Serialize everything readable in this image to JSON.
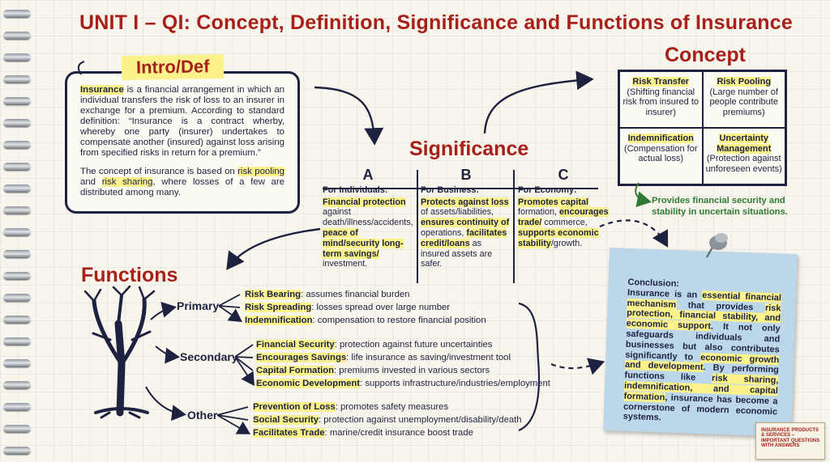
{
  "title": "UNIT I – QI: Concept, Definition, Significance and Functions of Insurance",
  "intro": {
    "label": "Intro/Def",
    "p1_term": "Insurance",
    "p1_text": " is a financial arrangement in which an individual transfers the risk of loss to an insurer in exchange for a premium. According to standard definition: “Insurance is a contract wherby, whereby one party (insurer) undertakes to compensate another (insured) against loss arising from specified risks in return for a premium.”",
    "p2_pre": "The concept of insurance is based on ",
    "p2_hl1": "risk pooling",
    "p2_mid": " and ",
    "p2_hl2": "risk sharing",
    "p2_post": ", where losses of a few are distributed among many."
  },
  "concept": {
    "heading": "Concept",
    "cells": [
      {
        "title": "Risk Transfer",
        "desc": "(Shifting financial risk from insured to insurer)"
      },
      {
        "title": "Risk Pooling",
        "desc": "(Large number of people contribute premiums)"
      },
      {
        "title": "Indemnification",
        "desc": "(Compensation for actual loss)"
      },
      {
        "title": "Uncertainty Management",
        "desc": "(Protection against unforeseen events)"
      }
    ],
    "footer": "Provides financial security and stability in uncertain situations."
  },
  "significance": {
    "heading": "Significance",
    "cols": [
      {
        "letter": "A",
        "intro": "For Individuals:",
        "parts": [
          {
            "t": "Financial protection",
            "hl": true
          },
          {
            "t": " against death/illness/accidents, ",
            "hl": false
          },
          {
            "t": "peace of mind/security",
            "hl": true
          },
          {
            "t": " ",
            "hl": false
          },
          {
            "t": "long-term savings/",
            "hl": true
          },
          {
            "t": " investment.",
            "hl": false
          }
        ]
      },
      {
        "letter": "B",
        "intro": "For Business:",
        "parts": [
          {
            "t": "Protects against loss",
            "hl": true
          },
          {
            "t": " of assets/liabilities, ",
            "hl": false
          },
          {
            "t": "ensures continuity of",
            "hl": true
          },
          {
            "t": " operations, ",
            "hl": false
          },
          {
            "t": "facilitates credit/loans",
            "hl": true
          },
          {
            "t": " as insured assets are safer.",
            "hl": false
          }
        ]
      },
      {
        "letter": "C",
        "intro": "For Economy:",
        "parts": [
          {
            "t": "Promotes capital",
            "hl": true
          },
          {
            "t": " formation, ",
            "hl": false
          },
          {
            "t": "encourages trade/",
            "hl": true
          },
          {
            "t": " commerce, ",
            "hl": false
          },
          {
            "t": "supports economic stability",
            "hl": true
          },
          {
            "t": "/growth.",
            "hl": false
          }
        ]
      }
    ]
  },
  "functions": {
    "heading": "Functions",
    "groups": [
      {
        "label": "Primary",
        "items": [
          {
            "term": "Risk Bearing",
            "desc": ": assumes financial burden"
          },
          {
            "term": "Risk Spreading",
            "desc": ": losses spread over large number"
          },
          {
            "term": "Indemnification",
            "desc": ": compensation to restore financial position"
          }
        ]
      },
      {
        "label": "Secondary",
        "items": [
          {
            "term": "Financial Security",
            "desc": ": protection against future uncertainties"
          },
          {
            "term": "Encourages Savings",
            "desc": ": life insurance as saving/investment tool"
          },
          {
            "term": "Capital Formation",
            "desc": ": premiums invested in various sectors"
          },
          {
            "term": "Economic Development",
            "desc": ": supports infrastructure/industries/employment"
          }
        ]
      },
      {
        "label": "Other",
        "items": [
          {
            "term": "Prevention of Loss",
            "desc": ": promotes safety measures"
          },
          {
            "term": "Social Security",
            "desc": ": protection against unemployment/disability/death"
          },
          {
            "term": "Facilitates Trade",
            "desc": ": marine/credit insurance boost trade"
          }
        ]
      }
    ]
  },
  "conclusion": {
    "heading": "Conclusion:",
    "parts": [
      {
        "t": "Insurance is an ",
        "hl": false
      },
      {
        "t": "essential financial mechanism",
        "hl": true
      },
      {
        "t": " that provides ",
        "hl": false
      },
      {
        "t": "risk protection, financial stability, and economic support",
        "hl": true
      },
      {
        "t": ". It not only safeguards individuals and businesses but also contributes significantly to ",
        "hl": false
      },
      {
        "t": "economic growth and development",
        "hl": true
      },
      {
        "t": ". By performing functions like ",
        "hl": false
      },
      {
        "t": "risk sharing, indemnification, and capital formation",
        "hl": true
      },
      {
        "t": ", insurance has become a cornerstone of modern economic systems.",
        "hl": false
      }
    ]
  },
  "thumbnail": {
    "text": "INSURANCE PRODUCTS & SERVICES – IMPORTANT QUESTIONS WITH ANSWERS"
  },
  "colors": {
    "heading_red": "#a8201a",
    "ink_navy": "#1d2240",
    "highlight": "#fbf28b",
    "note_blue": "#bcd7ea",
    "concept_green": "#2f7a35"
  },
  "icons": {
    "binding": "spiral-ring",
    "pin": "pushpin-icon",
    "tree": "bare-tree-icon"
  }
}
